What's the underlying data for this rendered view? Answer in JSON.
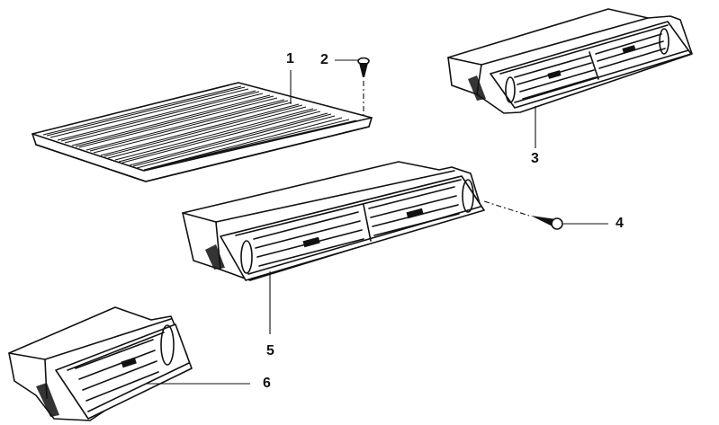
{
  "diagram": {
    "type": "exploded parts diagram",
    "background": "#ffffff",
    "line_color": "#111111",
    "callouts": [
      {
        "number": "1",
        "part": "grille (rectangular slatted grille panel)"
      },
      {
        "number": "2",
        "part": "screw (fastens grille)"
      },
      {
        "number": "3",
        "part": "fresh-air outlet, upper right (double louvre vent)"
      },
      {
        "number": "4",
        "part": "screw (fastens center vent)"
      },
      {
        "number": "5",
        "part": "fresh-air outlet, center (double louvre vent)"
      },
      {
        "number": "6",
        "part": "fresh-air outlet, side (single louvre vent)"
      }
    ]
  }
}
